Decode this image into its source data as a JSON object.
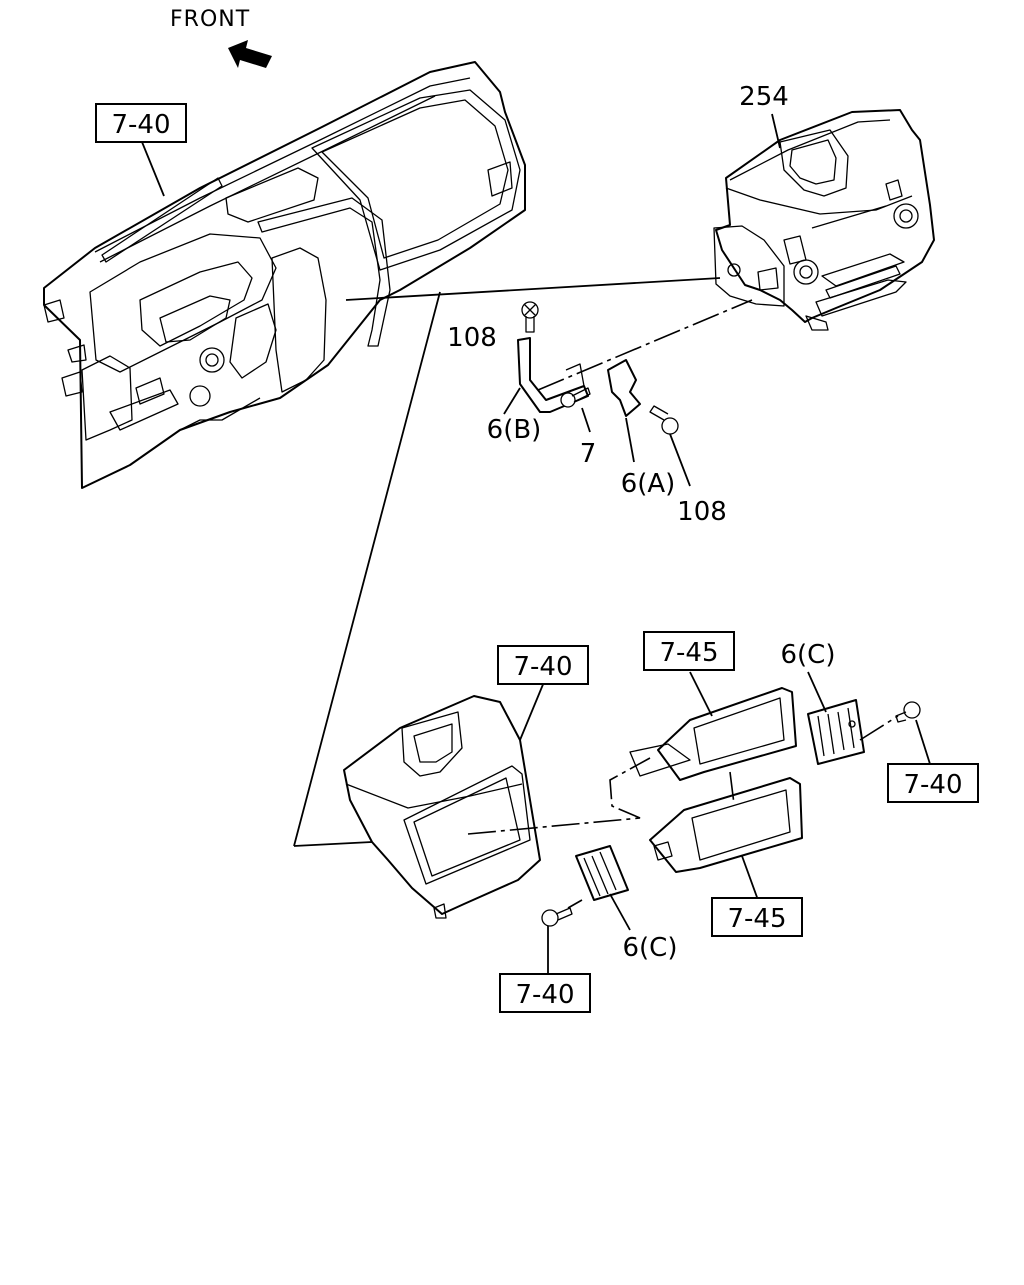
{
  "diagram": {
    "direction": "FRONT",
    "labels": {
      "ref_740_top": "7-40",
      "part_254": "254",
      "part_108_upper": "108",
      "part_6b": "6(B)",
      "part_7": "7",
      "part_6a": "6(A)",
      "part_108_lower": "108",
      "ref_740_mid": "7-40",
      "ref_745_top": "7-45",
      "part_6c_right": "6(C)",
      "ref_740_right": "7-40",
      "ref_745_bottom": "7-45",
      "part_6c_left": "6(C)",
      "ref_740_bottom": "7-40"
    }
  }
}
